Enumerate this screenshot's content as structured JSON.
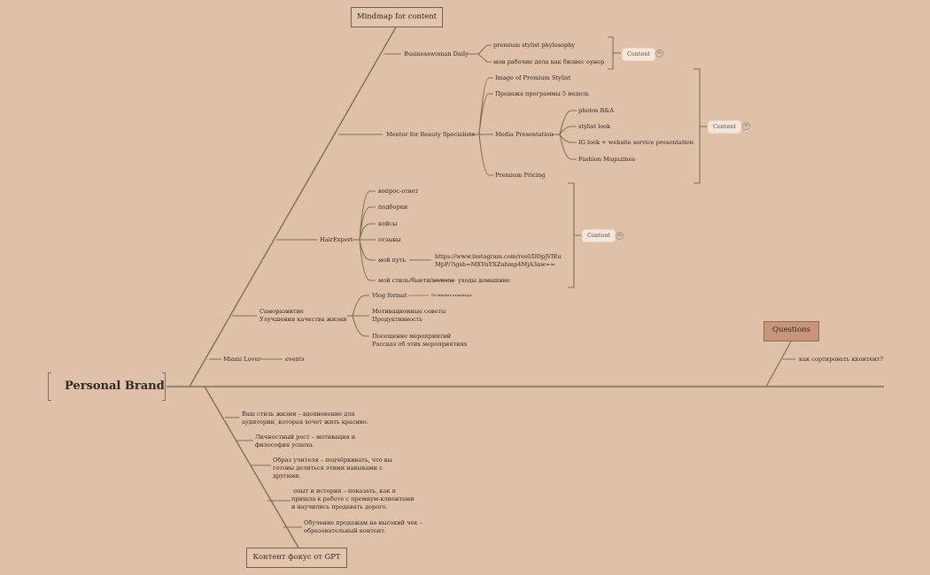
{
  "central_topic": "Personal Brand",
  "floating_topics": {
    "title_box": "Mindmap for content",
    "questions_box": "Questions",
    "gpt_box": "Контент фокус от GPT"
  },
  "questions": [
    "как сортировать кконтент?"
  ],
  "summary_label": "Content",
  "collapse_glyph": "⊖",
  "branches": {
    "businesswoman": {
      "label": "Businesswoman Daily",
      "children": [
        "premium stylist phylosophy",
        "мои рабочие дела как бизнес оунер"
      ]
    },
    "mentor": {
      "label": "Mentor for Beauty Specialists",
      "children": [
        "Image of Premium Stylist",
        "Продажа программы 5 недель",
        "Media Presentation",
        "Premium Pricing"
      ],
      "media": [
        "photos B&A",
        "stylist look",
        "IG look + website service presentation",
        "Fashion Magazines"
      ]
    },
    "hairexpert": {
      "label": "HairExpert",
      "children": [
        "вопрос-ответ",
        "подборки",
        "кейсы",
        "отзывы",
        "мой путь",
        "мой стиль/бьюти/волосы"
      ],
      "link": "https://www.instagram.com/reel/DDpjVIEuMpP/?igsh=MXVuYXZubmp4MjA3aw==",
      "care": "уходы домашние"
    },
    "samorazvitie": {
      "label_line1": "Саморазвитие",
      "label_line2": "Улучшения качества жизни",
      "vlog": "Vlog format",
      "vlog_note": "Vlo linkedina в коментарь",
      "motiv_line1": "Мотивационные советы",
      "motiv_line2": "Продуктивность",
      "events_line1": "Посещение мероприятий",
      "events_line2": "Рассказ об этих мероприятиях"
    },
    "miami": {
      "label": "Miami Lover",
      "child": "events"
    }
  },
  "gpt_items": [
    [
      "Ваш стиль жизни – вдохновение для",
      "аудитории, которая хочет жить красиво."
    ],
    [
      "Личностный рост – мотивация и",
      "философия успеха."
    ],
    [
      "Образ учителя – подчёркивать, что вы",
      "готовы делиться этими навыками с",
      "другими."
    ],
    [
      " опыт и история – показать, как я",
      "пришла к работе с премиум-клиентами",
      "и научились продавать дорого."
    ],
    [
      "Обучение продажам на высокий чек –",
      "образовательный контент."
    ]
  ],
  "colors": {
    "background": "#dfc0a9",
    "line": "#7b7257",
    "questions_fill": "#c99578",
    "pill_fill": "#f4e6da"
  }
}
